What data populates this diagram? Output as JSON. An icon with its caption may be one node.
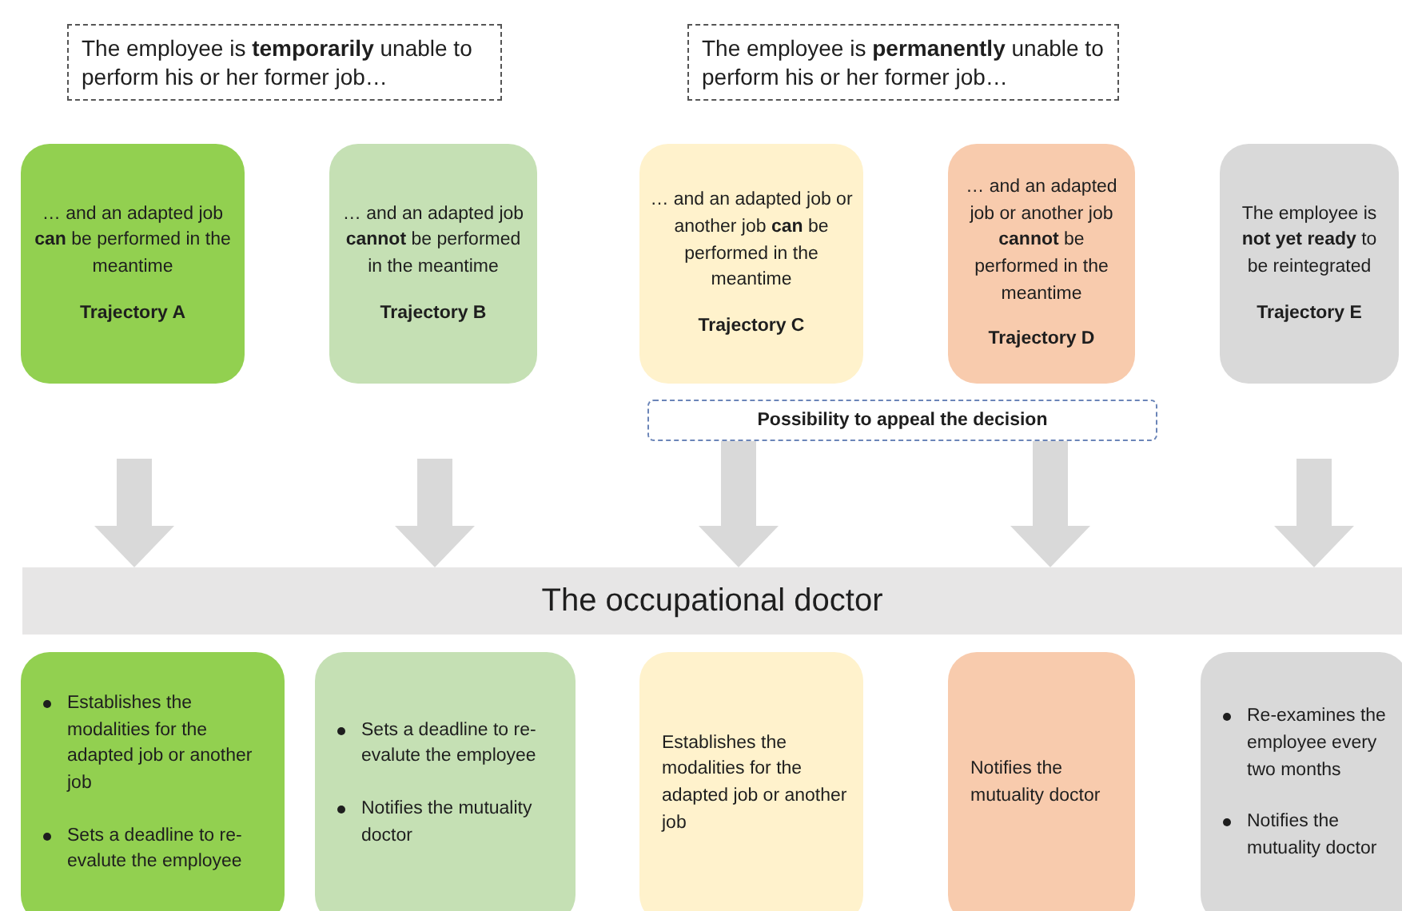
{
  "diagram": {
    "nodes": [
      {
        "text": [
          "The employee is **temporarily** unable to perform his or her former job…"
        ]
      },
      {
        "text": [
          "The employee is **permanently** unable to perform his or her former job…"
        ]
      },
      {
        "text": [
          "… and an adapted job **can** be performed in the meantime",
          "Trajectory A"
        ]
      },
      {
        "text": [
          "… and an adapted job **cannot** be performed in the meantime",
          "Trajectory B"
        ]
      },
      {
        "text": [
          "… and an adapted job or another job **can** be performed in the meantime",
          "Trajectory C"
        ]
      },
      {
        "text": [
          "… and an adapted job or another job **cannot** be performed in the meantime",
          "Trajectory D"
        ]
      },
      {
        "text": [
          "The employee is **not yet ready** to be reintegrated",
          "Trajectory E"
        ]
      },
      {
        "text": [
          "Possibility to appeal the decision"
        ]
      },
      {
        "text": [
          "The occupational doctor"
        ]
      },
      {
        "text": [
          "Establishes the modalities for the adapted job or another job",
          "Sets a deadline to re-evalute the employee"
        ]
      },
      {
        "text": [
          "Sets a deadline to re-evalute the employee",
          "Notifies the mutuality doctor"
        ]
      },
      {
        "text": [
          "Establishes the modalities for the adapted job or another job"
        ]
      },
      {
        "text": [
          "Notifies the mutuality doctor"
        ]
      },
      {
        "text": [
          "Re-examines the employee every two months",
          "Notifies the mutuality doctor"
        ]
      }
    ],
    "edges": [
      {
        "from": null,
        "to": 8,
        "arrow": "to"
      },
      {
        "from": null,
        "to": 8,
        "arrow": "to"
      },
      {
        "from": 7,
        "to": 8,
        "arrow": "to"
      },
      {
        "from": 7,
        "to": 8,
        "arrow": "to"
      },
      {
        "from": null,
        "to": 8,
        "arrow": "to"
      }
    ]
  }
}
